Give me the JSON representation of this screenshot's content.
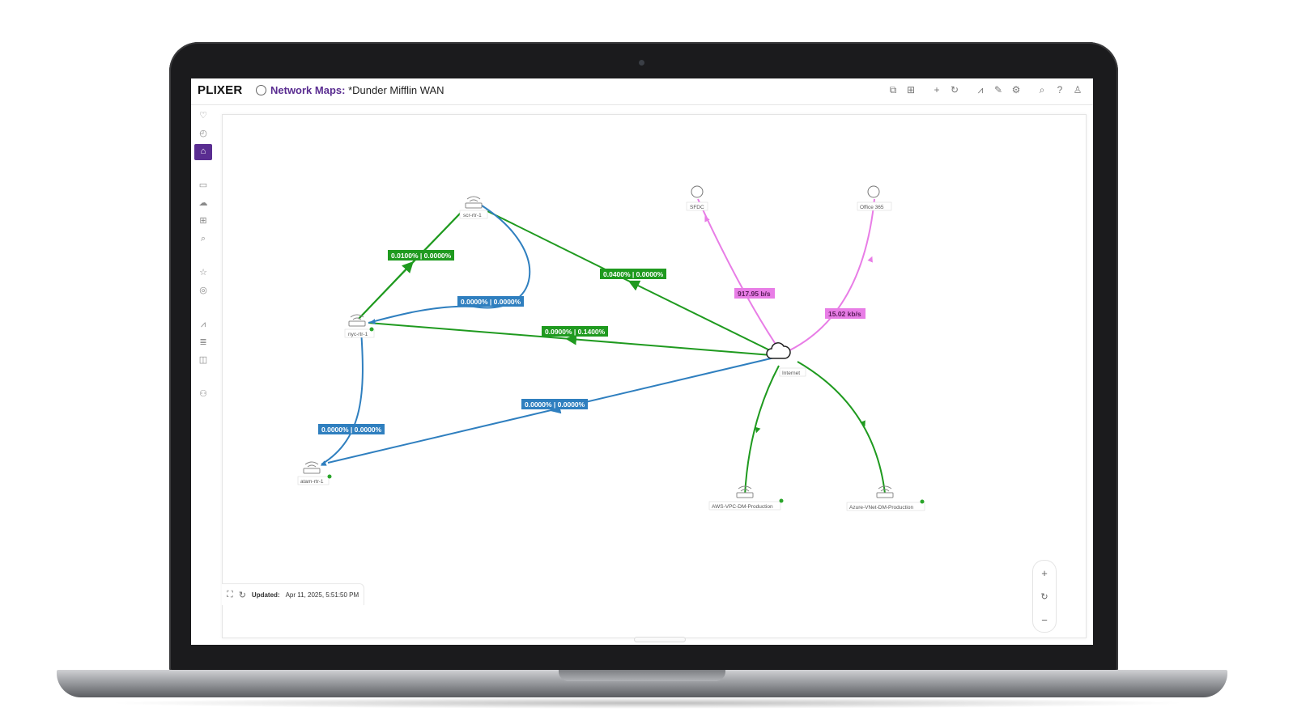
{
  "app": {
    "logo": "PLIXER",
    "breadcrumb_section": "Network Maps:",
    "breadcrumb_title": " *Dunder Mifflin WAN",
    "accent_color": "#5a2d91"
  },
  "header_tools": [
    "screenshot-icon",
    "topology-icon",
    "add-icon",
    "refresh-icon",
    "chart-icon",
    "edit-icon",
    "settings-icon",
    "search-icon",
    "help-icon",
    "user-icon"
  ],
  "sidebar": {
    "items": [
      "health-icon",
      "dashboard-icon",
      "network-maps-icon",
      "devices-icon",
      "cloud-icon",
      "topology-icon",
      "search-icon",
      "favorites-icon",
      "policies-icon",
      "reports-icon",
      "logs-icon",
      "alarms-icon",
      "admin-icon"
    ],
    "active_item": "network-maps-icon"
  },
  "map": {
    "nodes": {
      "scr": "scr-rtr-1",
      "nyc": "nyc-rtr-1",
      "atam": "atam-rtr-1",
      "internet": "Internet",
      "sfdc": "SFDC",
      "office": "Office 365",
      "aws": "AWS-VPC-DM-Production",
      "azure": "Azure-VNet-DM-Production"
    },
    "edge_labels": {
      "nyc_scr": "0.0100% | 0.0000%",
      "scr_nyc": "0.0000% | 0.0000%",
      "internet_scr": "0.0400% | 0.0000%",
      "internet_nyc": "0.0900% | 0.1400%",
      "internet_atam": "0.0000% | 0.0000%",
      "nyc_atam": "0.0000% | 0.0000%",
      "internet_sfdc": "917.95 b/s",
      "internet_office": "15.02 kb/s"
    },
    "colors": {
      "green": "#1f9a1f",
      "blue": "#2f7fbf",
      "pink": "#e87de6"
    }
  },
  "status": {
    "updated_label": "Updated:",
    "updated_value": "Apr 11, 2025, 5:51:50 PM"
  }
}
